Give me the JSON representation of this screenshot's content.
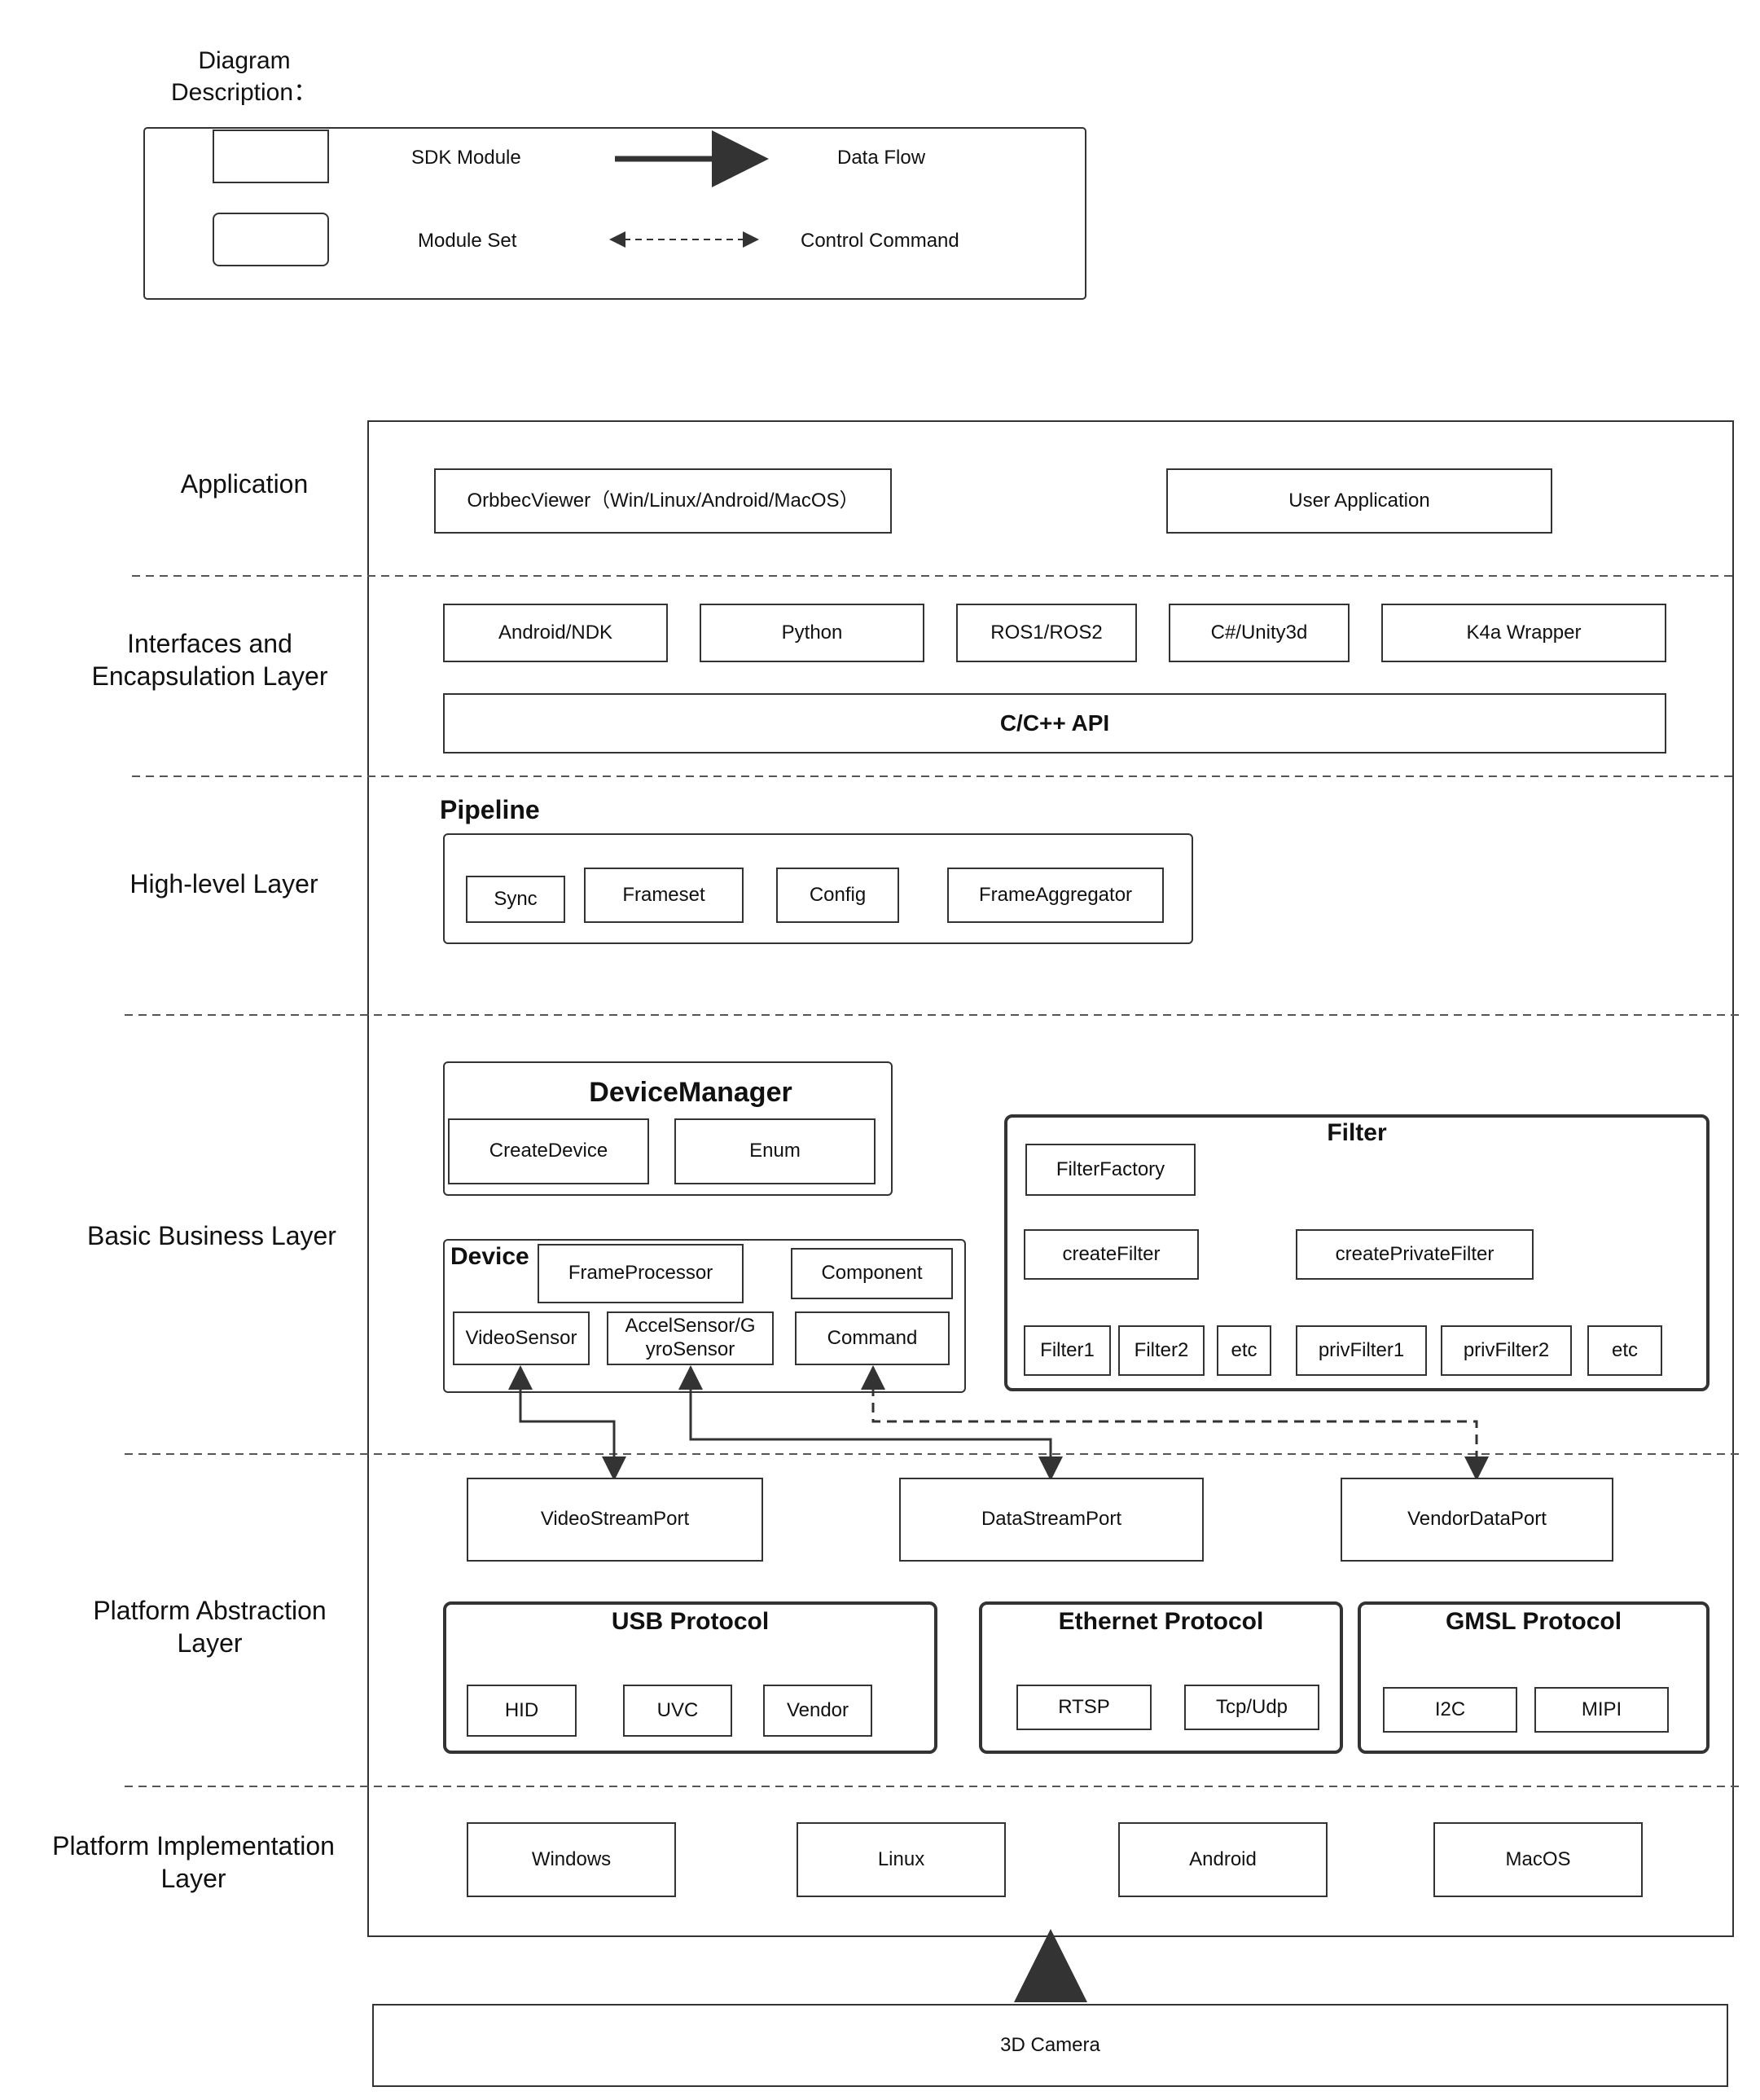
{
  "legend": {
    "title": "Diagram\nDescription：",
    "sdk_module": "SDK Module",
    "module_set": "Module Set",
    "data_flow": "Data Flow",
    "control_command": "Control Command"
  },
  "layers": {
    "application": "Application",
    "interfaces": "Interfaces and\nEncapsulation Layer",
    "high_level": "High-level Layer",
    "basic_business": "Basic Business Layer",
    "platform_abstraction": "Platform Abstraction\nLayer",
    "platform_implementation": "Platform Implementation\nLayer"
  },
  "application": {
    "orbbec_viewer": "OrbbecViewer（Win/Linux/Android/MacOS）",
    "user_application": "User Application"
  },
  "interfaces": {
    "items": [
      "Android/NDK",
      "Python",
      "ROS1/ROS2",
      "C#/Unity3d",
      "K4a Wrapper"
    ],
    "api": "C/C++ API"
  },
  "pipeline": {
    "title": "Pipeline",
    "items": [
      "Sync",
      "Frameset",
      "Config",
      "FrameAggregator"
    ]
  },
  "device_manager": {
    "title": "DeviceManager",
    "items": [
      "CreateDevice",
      "Enum"
    ]
  },
  "device": {
    "title": "Device",
    "frame_processor": "FrameProcessor",
    "component": "Component",
    "video_sensor": "VideoSensor",
    "accel_sensor": "AccelSensor/G\nyroSensor",
    "command": "Command"
  },
  "filter": {
    "title": "Filter",
    "factory": "FilterFactory",
    "create_filter": "createFilter",
    "create_private_filter": "createPrivateFilter",
    "items": [
      "Filter1",
      "Filter2",
      "etc",
      "privFilter1",
      "privFilter2",
      "etc"
    ]
  },
  "ports": {
    "video": "VideoStreamPort",
    "data": "DataStreamPort",
    "vendor": "VendorDataPort"
  },
  "protocols": {
    "usb": {
      "title": "USB Protocol",
      "items": [
        "HID",
        "UVC",
        "Vendor"
      ]
    },
    "ethernet": {
      "title": "Ethernet Protocol",
      "items": [
        "RTSP",
        "Tcp/Udp"
      ]
    },
    "gmsl": {
      "title": "GMSL Protocol",
      "items": [
        "I2C",
        "MIPI"
      ]
    }
  },
  "platforms": [
    "Windows",
    "Linux",
    "Android",
    "MacOS"
  ],
  "camera": "3D Camera"
}
